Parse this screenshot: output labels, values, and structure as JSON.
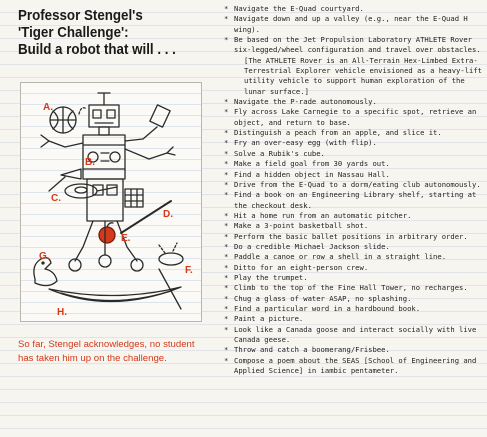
{
  "title": {
    "line1": "Professor Stengel's",
    "line2": "'Tiger Challenge':",
    "line3": "Build a robot that will . . ."
  },
  "illustration": {
    "labels": [
      "A.",
      "B.",
      "C.",
      "D.",
      "E.",
      "F.",
      "G.",
      "H."
    ]
  },
  "caption": {
    "line1": "So far, Stengel acknowledges, no student",
    "line2": "has taken him up on the challenge."
  },
  "tasks": [
    {
      "text": "Navigate the E-Quad courtyard."
    },
    {
      "text": "Navigate down and up a valley (e.g., near the E-Quad H wing)."
    },
    {
      "text": "Be based on the Jet Propulsion Laboratory ATHLETE Rover six-legged/wheel configuration and travel over obstacles.",
      "sub": "[The ATHLETE Rover is an All-Terrain Hex-Limbed Extra-Terrestrial Explorer vehicle envisioned as a heavy-lift utility vehicle to support human exploration of the lunar surface.]"
    },
    {
      "text": "Navigate the P-rade autonomously."
    },
    {
      "text": "Fly across Lake Carnegie to a specific spot, retrieve an object, and return to base."
    },
    {
      "text": "Distinguish a peach from an apple, and slice it."
    },
    {
      "text": "Fry an over-easy egg (with flip)."
    },
    {
      "text": "Solve a Rubik's cube."
    },
    {
      "text": "Make a field goal from 30 yards out."
    },
    {
      "text": "Find a hidden object in Nassau Hall."
    },
    {
      "text": "Drive from the E-Quad to a dorm/eating club autonomously."
    },
    {
      "text": "Find a book on an Engineering Library shelf, starting at the checkout desk."
    },
    {
      "text": "Hit a home run from an automatic pitcher."
    },
    {
      "text": "Make a 3-point basketball shot."
    },
    {
      "text": "Perform the basic ballet positions in arbitrary order."
    },
    {
      "text": "Do a credible Michael Jackson slide."
    },
    {
      "text": "Paddle a canoe or row a shell in a straight line."
    },
    {
      "text": "Ditto for an eight-person crew."
    },
    {
      "text": "Play the trumpet."
    },
    {
      "text": "Climb to the top of the Fine Hall Tower, no recharges."
    },
    {
      "text": "Chug a glass of water ASAP, no splashing."
    },
    {
      "text": "Find a particular word in a hardbound book."
    },
    {
      "text": "Paint a picture."
    },
    {
      "text": "Look like a Canada goose and interact socially with live Canada geese."
    },
    {
      "text": "Throw and catch a boomerang/Frisbee."
    },
    {
      "text": "Compose a poem about the SEAS [School of Engineering and Applied Science] in iambic pentameter."
    }
  ],
  "colors": {
    "accent_red": "#d23a1c",
    "text": "#222222",
    "paper": "#f7f5ef"
  }
}
